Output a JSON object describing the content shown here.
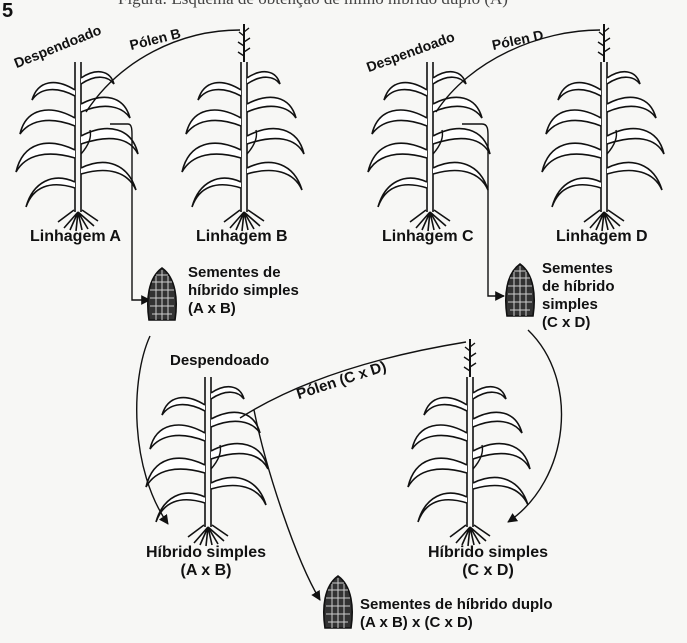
{
  "header": {
    "cropped_caption": "Figura: Esquema de obtenção de milho híbrido duplo (A)",
    "figure_number": "5"
  },
  "diagram": {
    "top_left": {
      "detasseled": "Despendoado",
      "pollen": "Pólen B",
      "line_female": "Linhagem A",
      "line_male": "Linhagem B"
    },
    "top_right": {
      "detasseled": "Despendoado",
      "pollen": "Pólen D",
      "line_female": "Linhagem C",
      "line_male": "Linhagem D"
    },
    "seeds_ab": {
      "line1": "Sementes de",
      "line2": "híbrido simples",
      "line3": "(A x B)"
    },
    "seeds_cd": {
      "line1": "Sementes",
      "line2": "de híbrido",
      "line3": "simples",
      "line4": "(C x D)"
    },
    "bottom": {
      "detasseled": "Despendoado",
      "pollen": "Pólen (C x D)",
      "hybrid_ab_line1": "Híbrido simples",
      "hybrid_ab_line2": "(A x B)",
      "hybrid_cd_line1": "Híbrido simples",
      "hybrid_cd_line2": "(C x D)"
    },
    "seeds_double": {
      "line1": "Sementes de híbrido duplo",
      "line2": "(A x B) x (C x D)"
    }
  },
  "colors": {
    "ink": "#111111",
    "paper": "#f7f7f5"
  }
}
